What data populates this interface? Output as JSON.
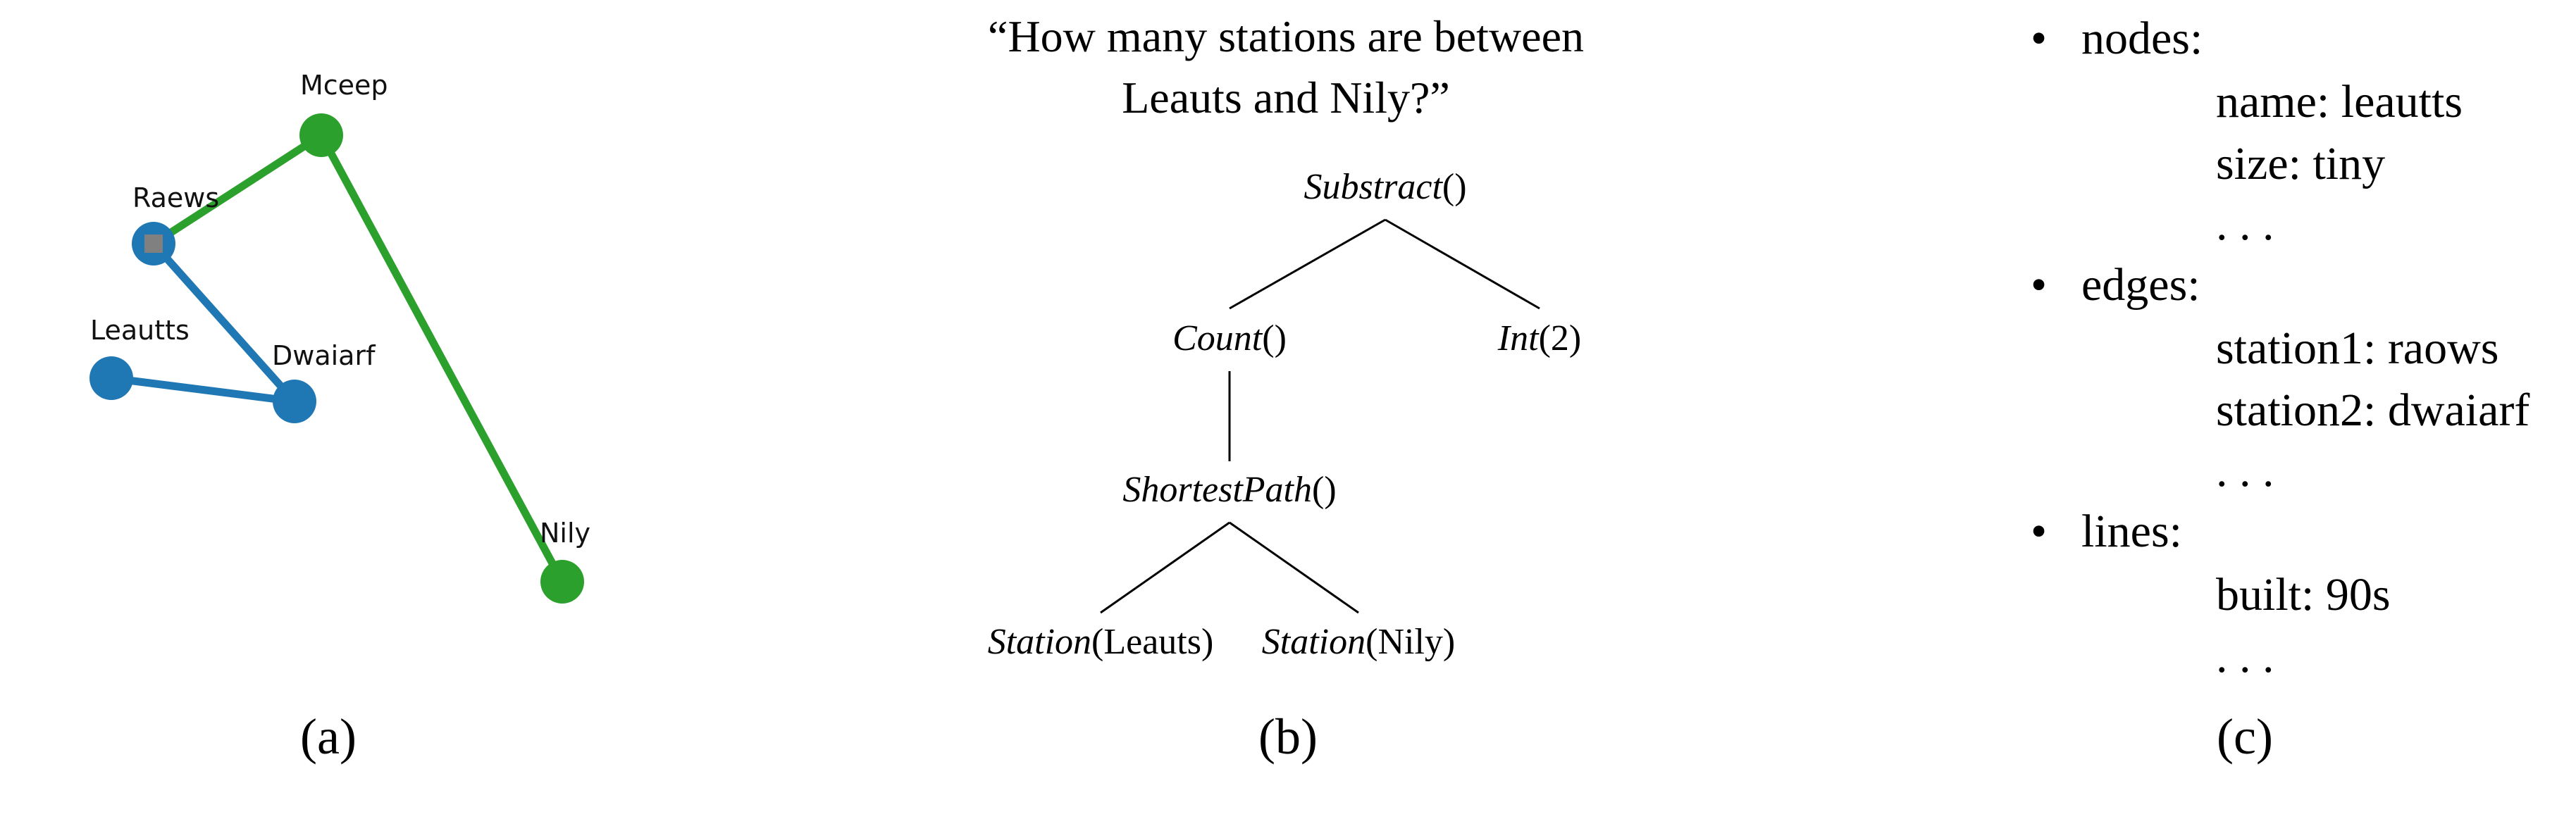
{
  "panel_a": {
    "caption": "(a)",
    "colors": {
      "blue_line": "#1f77b4",
      "green_line": "#2ca02c",
      "marker": "#808080"
    },
    "stations": [
      {
        "id": "mceep",
        "label": "Mceep",
        "line": "green"
      },
      {
        "id": "raews",
        "label": "Raews",
        "line": "blue"
      },
      {
        "id": "leautts",
        "label": "Leautts",
        "line": "blue"
      },
      {
        "id": "dwaiarf",
        "label": "Dwaiarf",
        "line": "blue"
      },
      {
        "id": "nily",
        "label": "Nily",
        "line": "green"
      }
    ],
    "edges": [
      {
        "from": "raews",
        "to": "mceep",
        "line": "green"
      },
      {
        "from": "mceep",
        "to": "nily",
        "line": "green"
      },
      {
        "from": "raews",
        "to": "dwaiarf",
        "line": "blue"
      },
      {
        "from": "leautts",
        "to": "dwaiarf",
        "line": "blue"
      }
    ]
  },
  "panel_b": {
    "caption": "(b)",
    "question": [
      "“How many stations are between",
      "Leauts and Nily?”"
    ],
    "nodes": {
      "root": {
        "fn": "Substract",
        "args": "()"
      },
      "count": {
        "fn": "Count",
        "args": "()"
      },
      "int": {
        "fn": "Int",
        "args": "(2)"
      },
      "shortest": {
        "fn": "ShortestPath",
        "args": "()"
      },
      "station1": {
        "fn": "Station",
        "args": "(Leauts)"
      },
      "station2": {
        "fn": "Station",
        "args": "(Nily)"
      }
    }
  },
  "panel_c": {
    "caption": "(c)",
    "bullet": "•",
    "ellipsis": ". . .",
    "sections": [
      {
        "label": "nodes:",
        "fields": [
          "name: leautts",
          "size: tiny"
        ]
      },
      {
        "label": "edges:",
        "fields": [
          "station1: raows",
          "station2: dwaiarf"
        ]
      },
      {
        "label": "lines:",
        "fields": [
          "built: 90s"
        ]
      }
    ]
  }
}
